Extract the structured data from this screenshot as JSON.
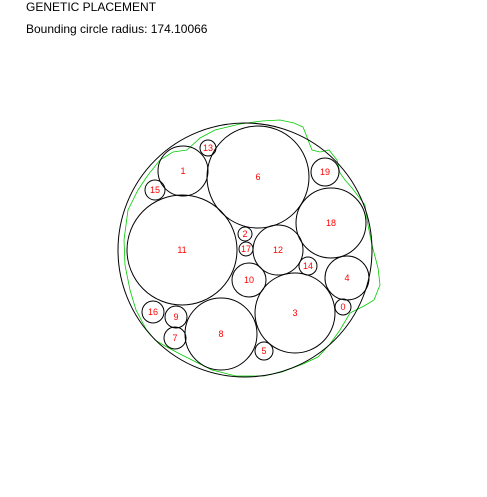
{
  "title": "GENETIC PLACEMENT",
  "radius_line": {
    "label": "Bounding circle radius:",
    "value": "174.10066"
  },
  "colors": {
    "circle_stroke": "#000000",
    "label_text": "#ff0000",
    "outline": "#00cc00"
  },
  "circles": [
    {
      "id": "0"
    },
    {
      "id": "1"
    },
    {
      "id": "2"
    },
    {
      "id": "3"
    },
    {
      "id": "4"
    },
    {
      "id": "5"
    },
    {
      "id": "6"
    },
    {
      "id": "7"
    },
    {
      "id": "8"
    },
    {
      "id": "9"
    },
    {
      "id": "10"
    },
    {
      "id": "11"
    },
    {
      "id": "12"
    },
    {
      "id": "13"
    },
    {
      "id": "14"
    },
    {
      "id": "15"
    },
    {
      "id": "16"
    },
    {
      "id": "17"
    },
    {
      "id": "18"
    },
    {
      "id": "19"
    }
  ]
}
